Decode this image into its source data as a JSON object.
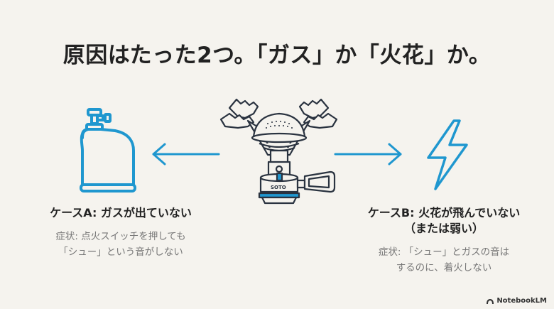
{
  "title": "原因はたった2つ。「ガス」か「火花」か。",
  "colors": {
    "background": "#f5f3ee",
    "accent": "#1f97cf",
    "ink": "#2a3340",
    "heading": "#222222",
    "muted": "#777777"
  },
  "center": {
    "stove_icon": "camping-stove",
    "brand_label": "SOTO"
  },
  "case_a": {
    "icon": "gas-canister",
    "arrow": "arrow-left",
    "heading": "ケースA: ガスが出ていない",
    "symptom_line1": "症状: 点火スイッチを押しても",
    "symptom_line2": "「シュー」という音がしない"
  },
  "case_b": {
    "icon": "lightning-bolt",
    "arrow": "arrow-right",
    "heading_line1": "ケースB: 火花が飛んでいない",
    "heading_line2": "（または弱い）",
    "symptom_line1": "症状: 「シュー」とガスの音は",
    "symptom_line2": "するのに、着火しない"
  },
  "footer": {
    "brand": "NotebookLM"
  }
}
